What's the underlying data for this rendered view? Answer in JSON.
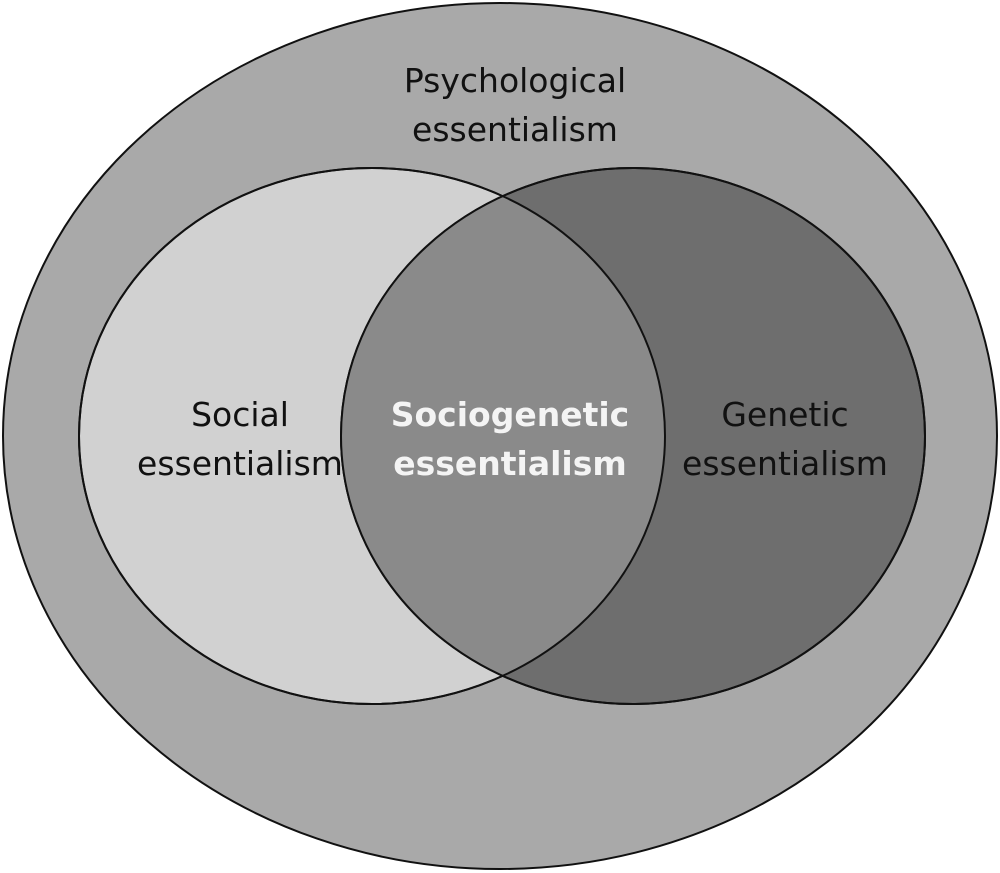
{
  "diagram": {
    "outer": {
      "line1": "Psychological",
      "line2": "essentialism"
    },
    "left": {
      "line1": "Social",
      "line2": "essentialism"
    },
    "right": {
      "line1": "Genetic",
      "line2": "essentialism"
    },
    "overlap": {
      "line1": "Sociogenetic",
      "line2": "essentialism"
    }
  },
  "colors": {
    "outer_fill": "#a9a9a9",
    "left_fill": "#d1d1d1",
    "right_fill": "#6e6e6e",
    "overlap_fill": "#8a8a8a",
    "stroke": "#111111",
    "overlap_text": "#f4f4f4"
  }
}
